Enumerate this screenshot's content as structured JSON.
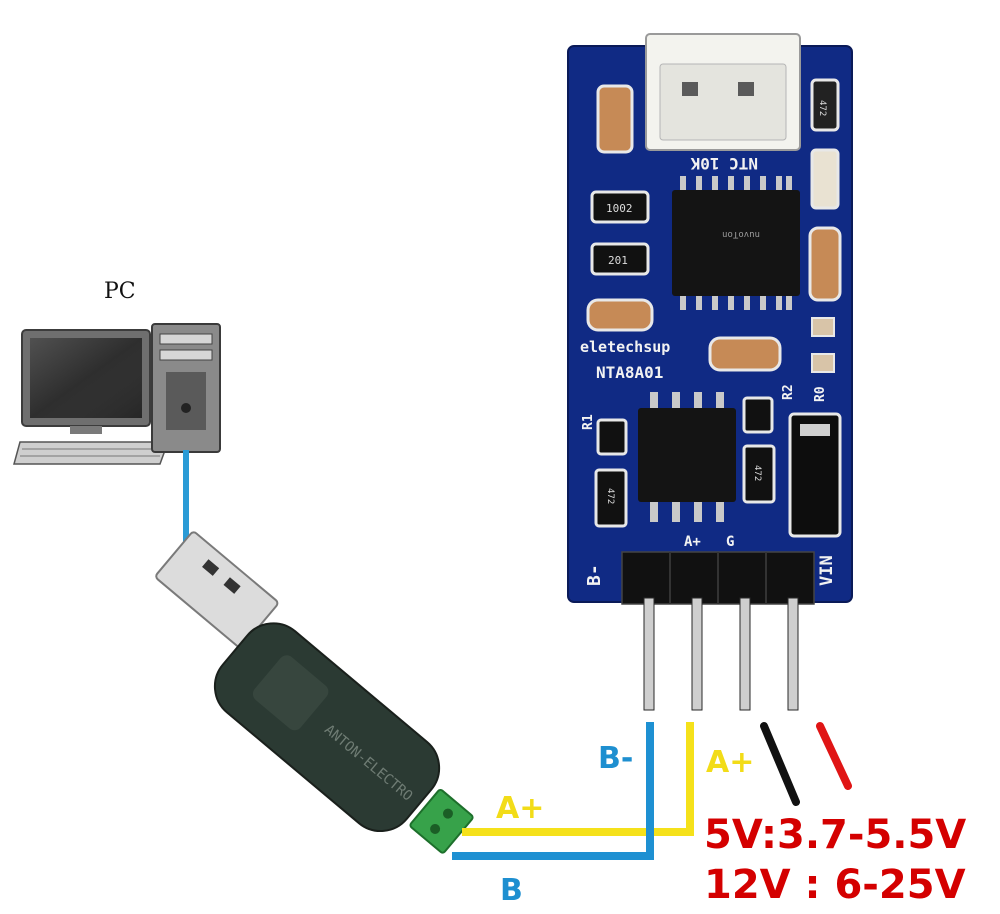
{
  "pc": {
    "label": "PC"
  },
  "usb_adapter": {
    "brand_text": "ANTON-ELECTRO"
  },
  "module": {
    "ntc_label": "NTC 10K",
    "brand": "eletechsup",
    "model": "NTA8A01",
    "chip_brand": "nuvoTon",
    "r1_label": "R1",
    "r2_label": "R2",
    "r0_label": "R0",
    "pin_b": "B-",
    "pin_a": "A+",
    "pin_g": "G",
    "pin_vin": "VIN",
    "smd_codes": [
      "1002",
      "201",
      "472",
      "472",
      "472"
    ]
  },
  "wires": {
    "a_label_bus": "A+",
    "a_label_pin": "A+",
    "b_label_pin": "B-",
    "b_label_bus": "B"
  },
  "power": {
    "line1": "5V:3.7-5.5V",
    "line2": "12V : 6-25V"
  },
  "colors": {
    "board": "#102a84",
    "usb_cable": "#2a9bd6",
    "wire_a": "#f5e11a",
    "wire_b": "#1e90d2",
    "wire_vin": "#e01515",
    "wire_gnd": "#111111",
    "text_blue": "#1e8fd0",
    "text_yellow": "#f2dc18",
    "text_red": "#d40000"
  }
}
